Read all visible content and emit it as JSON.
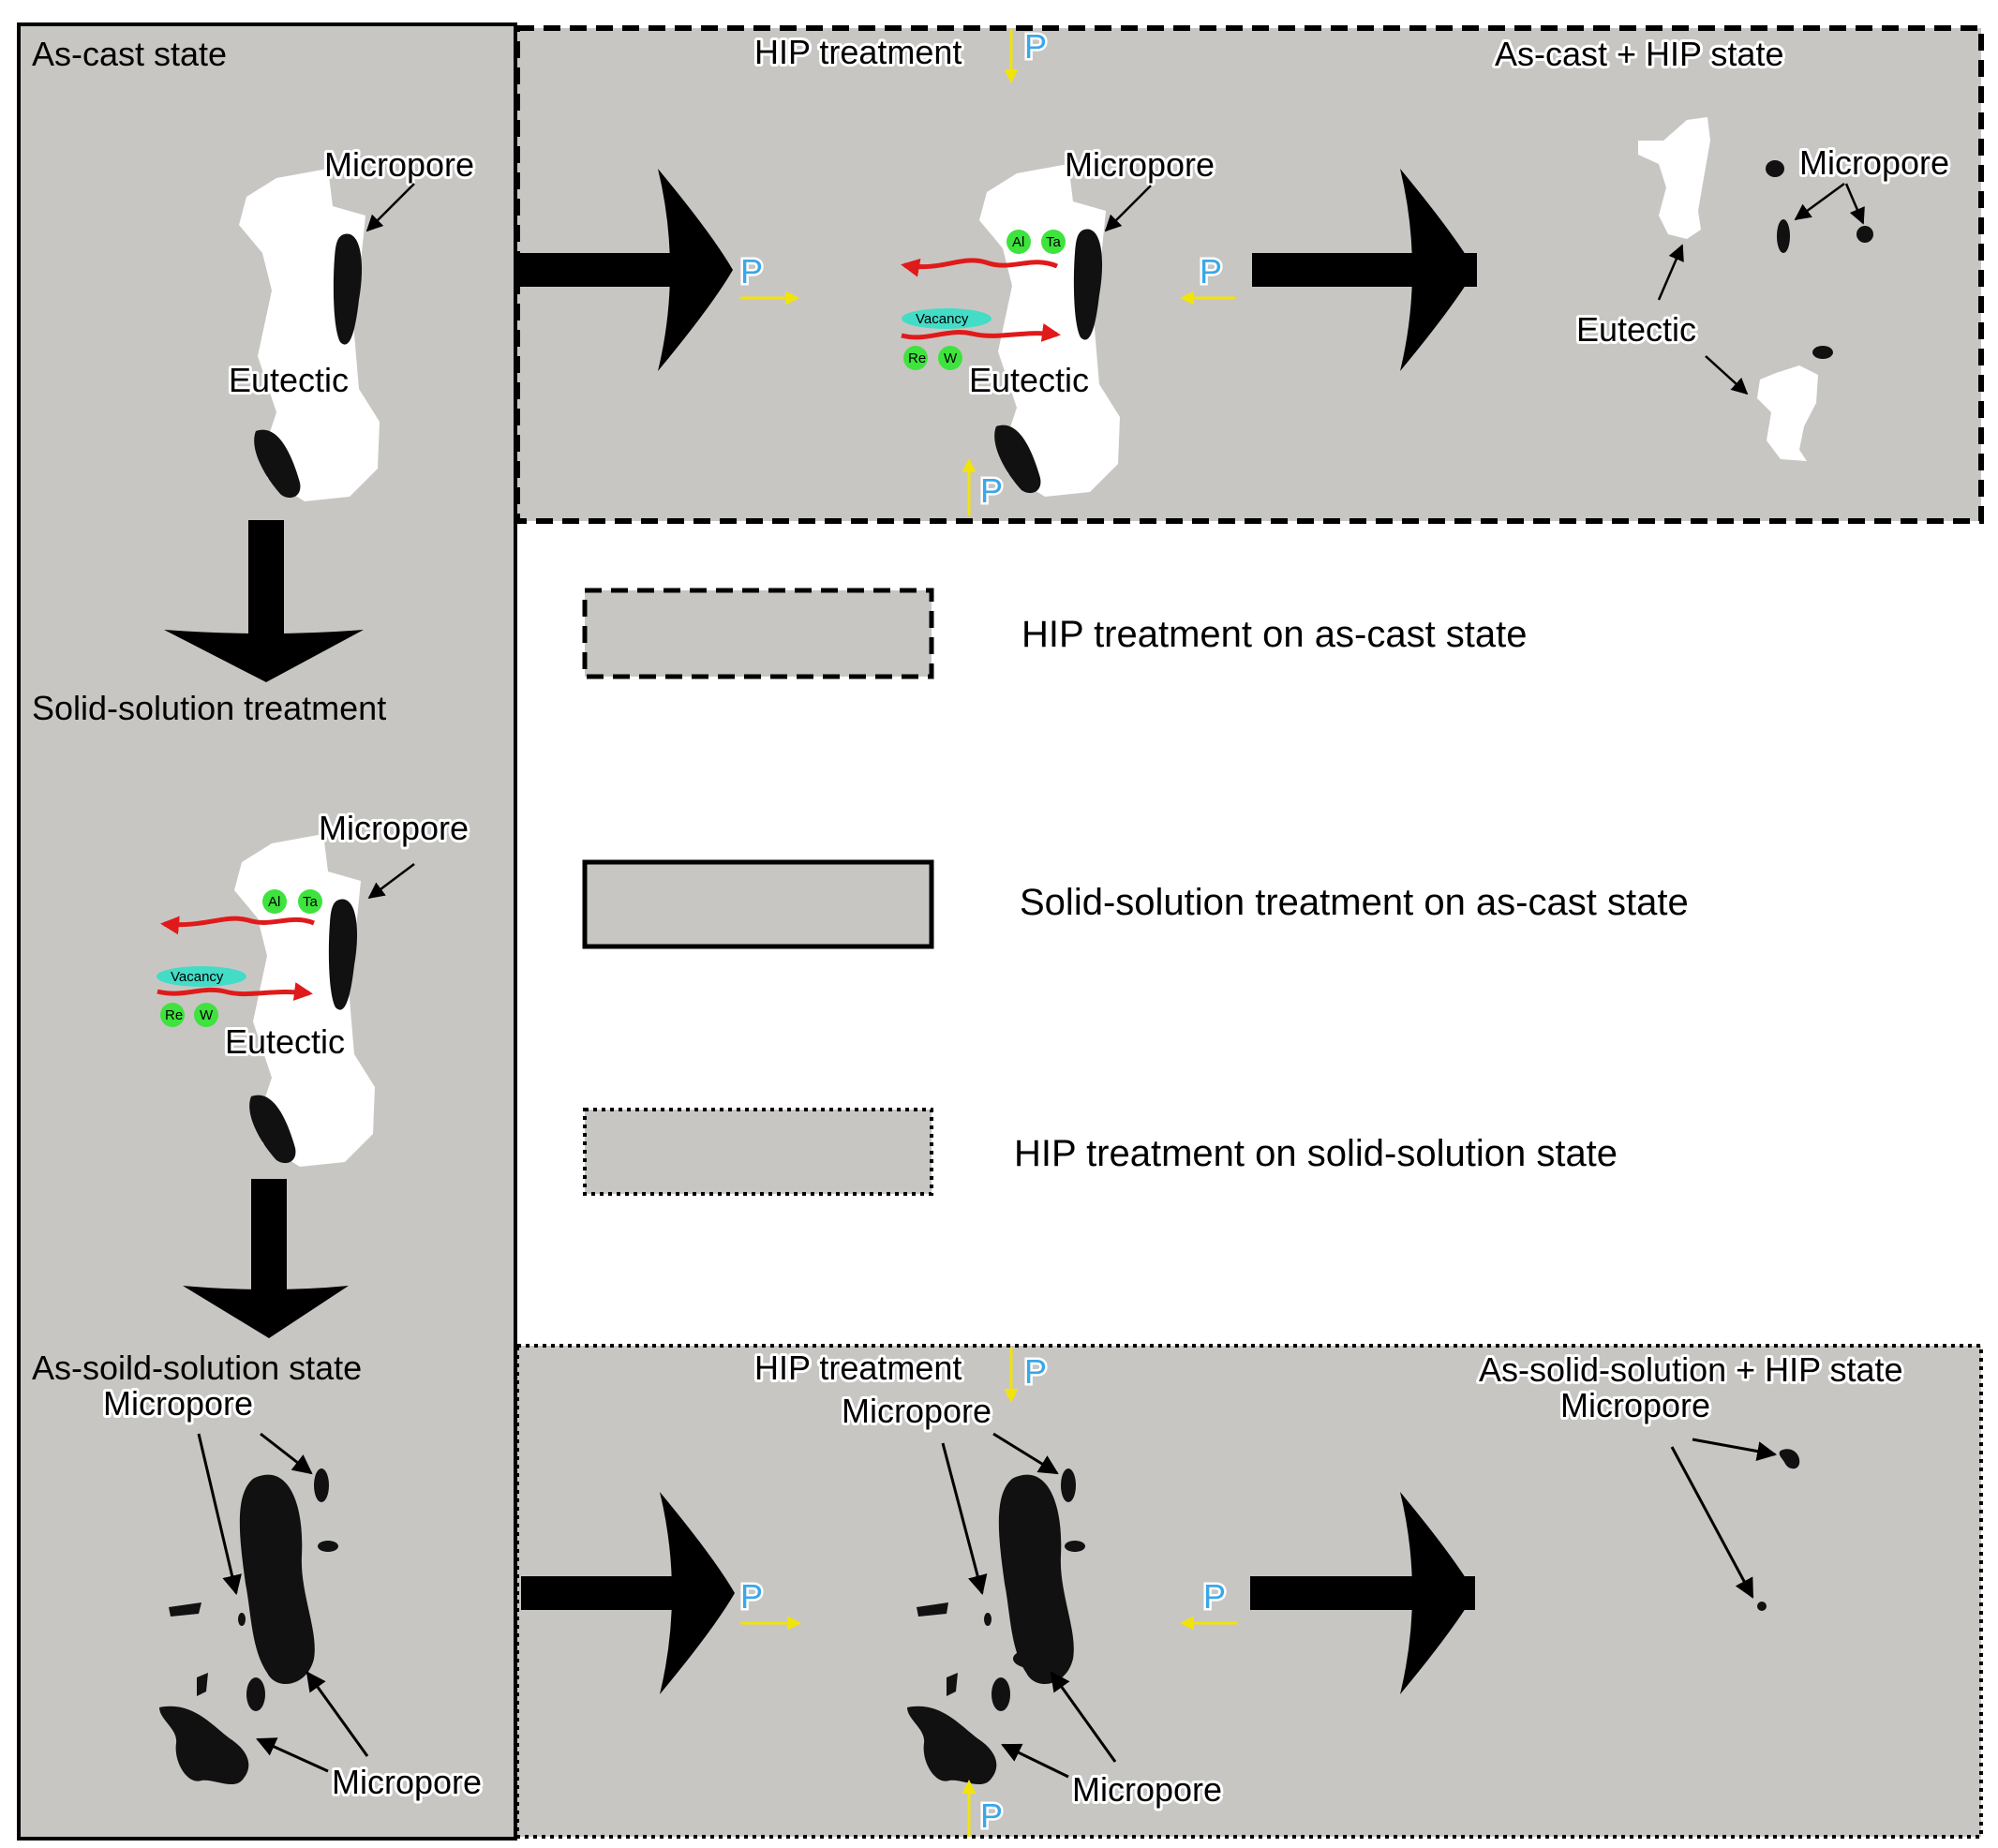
{
  "colors": {
    "panel_fill": "#c8c6c3",
    "phase_white": "#ffffff",
    "pore_black": "#111111",
    "diffusion_arrow": "#e01a1a",
    "pressure_arrow": "#f2e30a",
    "pressure_letter": "#3aa7e8",
    "element_green": "#3ee33e",
    "vacancy_cyan": "#43dcc7"
  },
  "left_panel": {
    "as_cast_title": "As-cast state",
    "micropore_1": "Micropore",
    "eutectic_1": "Eutectic",
    "solid_solution_step": "Solid-solution treatment",
    "micropore_2": "Micropore",
    "eutectic_2": "Eutectic",
    "as_solid_solution_title": "As-soild-solution state",
    "micropore_3": "Micropore",
    "micropore_4": "Micropore"
  },
  "top_panel": {
    "hip_title": "HIP treatment",
    "result_title": "As-cast + HIP state",
    "micropore_mid": "Micropore",
    "eutectic_mid": "Eutectic",
    "micropore_result": "Micropore",
    "eutectic_result": "Eutectic"
  },
  "bottom_panel": {
    "hip_title": "HIP treatment",
    "result_title": "As-solid-solution + HIP state",
    "micropore_mid_top": "Micropore",
    "micropore_mid_bottom": "Micropore",
    "micropore_result": "Micropore"
  },
  "elements": {
    "al": "Al",
    "ta": "Ta",
    "re": "Re",
    "w": "W",
    "vacancy": "Vacancy"
  },
  "pressure_symbol": "P",
  "legend": {
    "dashed": "HIP treatment on as-cast state",
    "solid": "Solid-solution treatment on as-cast state",
    "dotted": "HIP treatment on solid-solution state"
  }
}
